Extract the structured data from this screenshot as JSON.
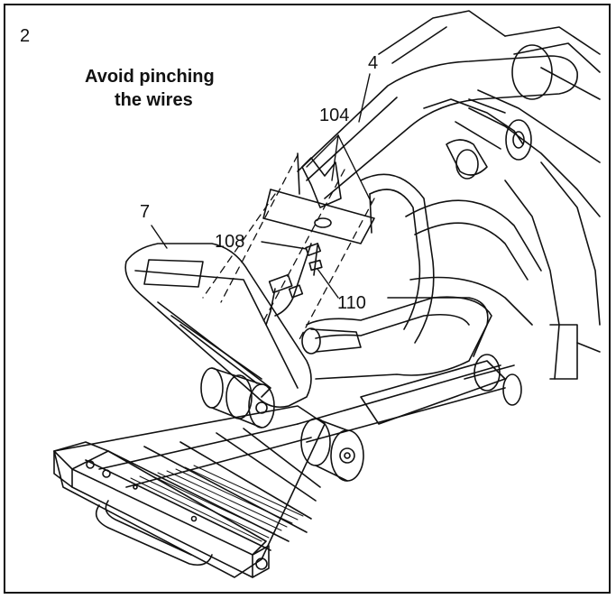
{
  "step_number": "2",
  "warning": {
    "line1": "Avoid pinching",
    "line2": "the wires"
  },
  "callouts": {
    "part_4": "4",
    "part_104": "104",
    "part_7": "7",
    "part_108": "108",
    "part_110": "110"
  },
  "colors": {
    "line": "#111111",
    "background": "#ffffff"
  }
}
